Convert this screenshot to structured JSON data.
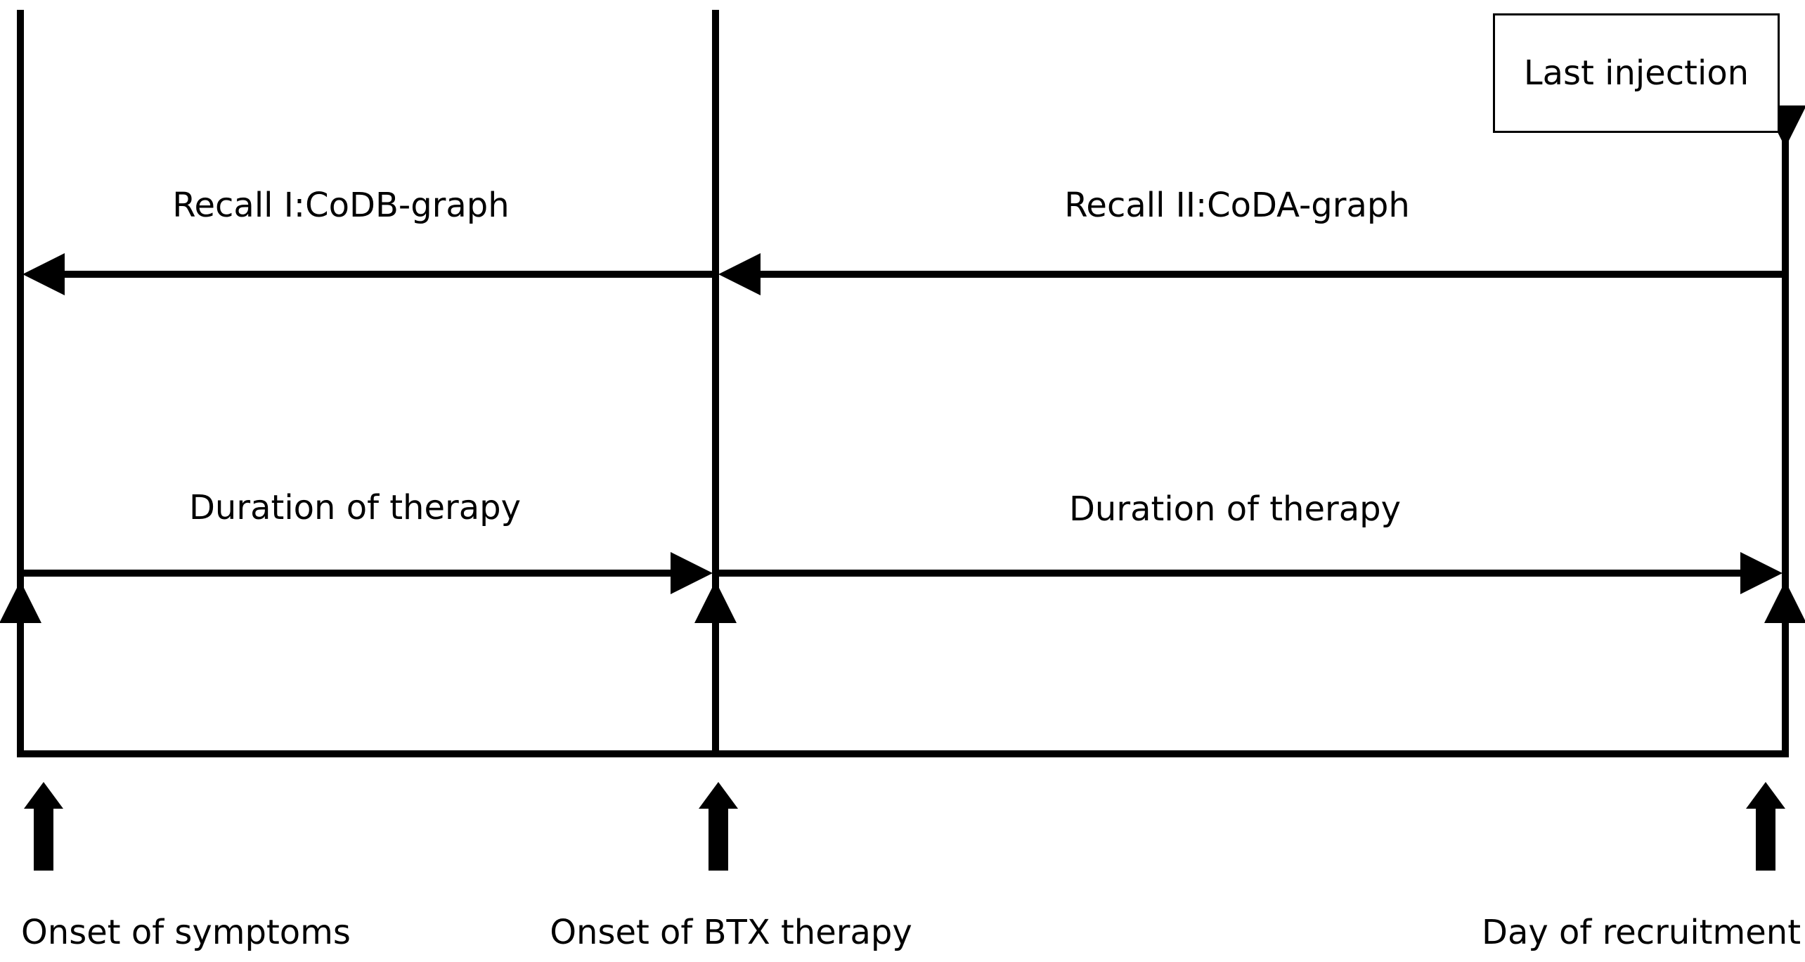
{
  "diagram": {
    "colors": {
      "stroke": "#000000",
      "background": "#ffffff"
    },
    "last_injection_label": "Last injection",
    "recall_one_label": "Recall I:CoDB-graph",
    "recall_two_label": "Recall II:CoDA-graph",
    "duration_one_label": "Duration of therapy",
    "duration_two_label": "Duration of therapy",
    "milestones": {
      "onset_symptoms": "Onset of symptoms",
      "onset_btx": "Onset of BTX therapy",
      "recruitment": "Day of recruitment"
    }
  }
}
